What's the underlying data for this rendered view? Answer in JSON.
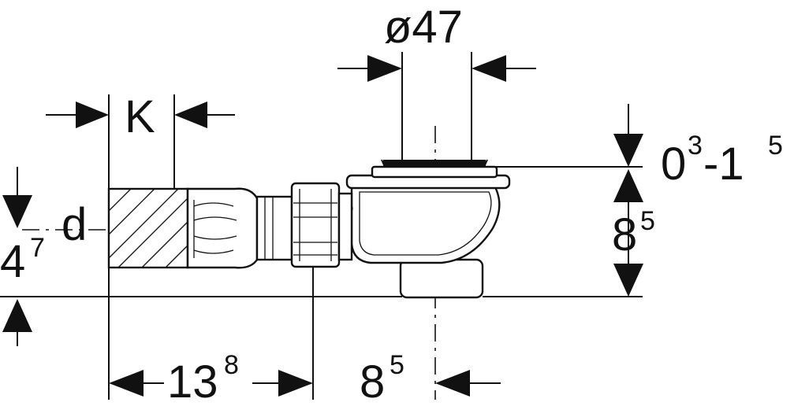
{
  "diagram": {
    "dim_diameter": {
      "base": "ø47"
    },
    "dim_k": {
      "base": "K"
    },
    "dim_d": {
      "base": "d"
    },
    "dim_flange": {
      "base1": "0",
      "sup1": "3",
      "mid": "-1",
      "sup2": "5"
    },
    "dim_height": {
      "base": "8",
      "sup": "5"
    },
    "dim_pipe_height": {
      "base": "4",
      "sup": "7"
    },
    "dim_length_left": {
      "base": "13",
      "sup": "8"
    },
    "dim_length_right": {
      "base": "8",
      "sup": "5"
    }
  }
}
